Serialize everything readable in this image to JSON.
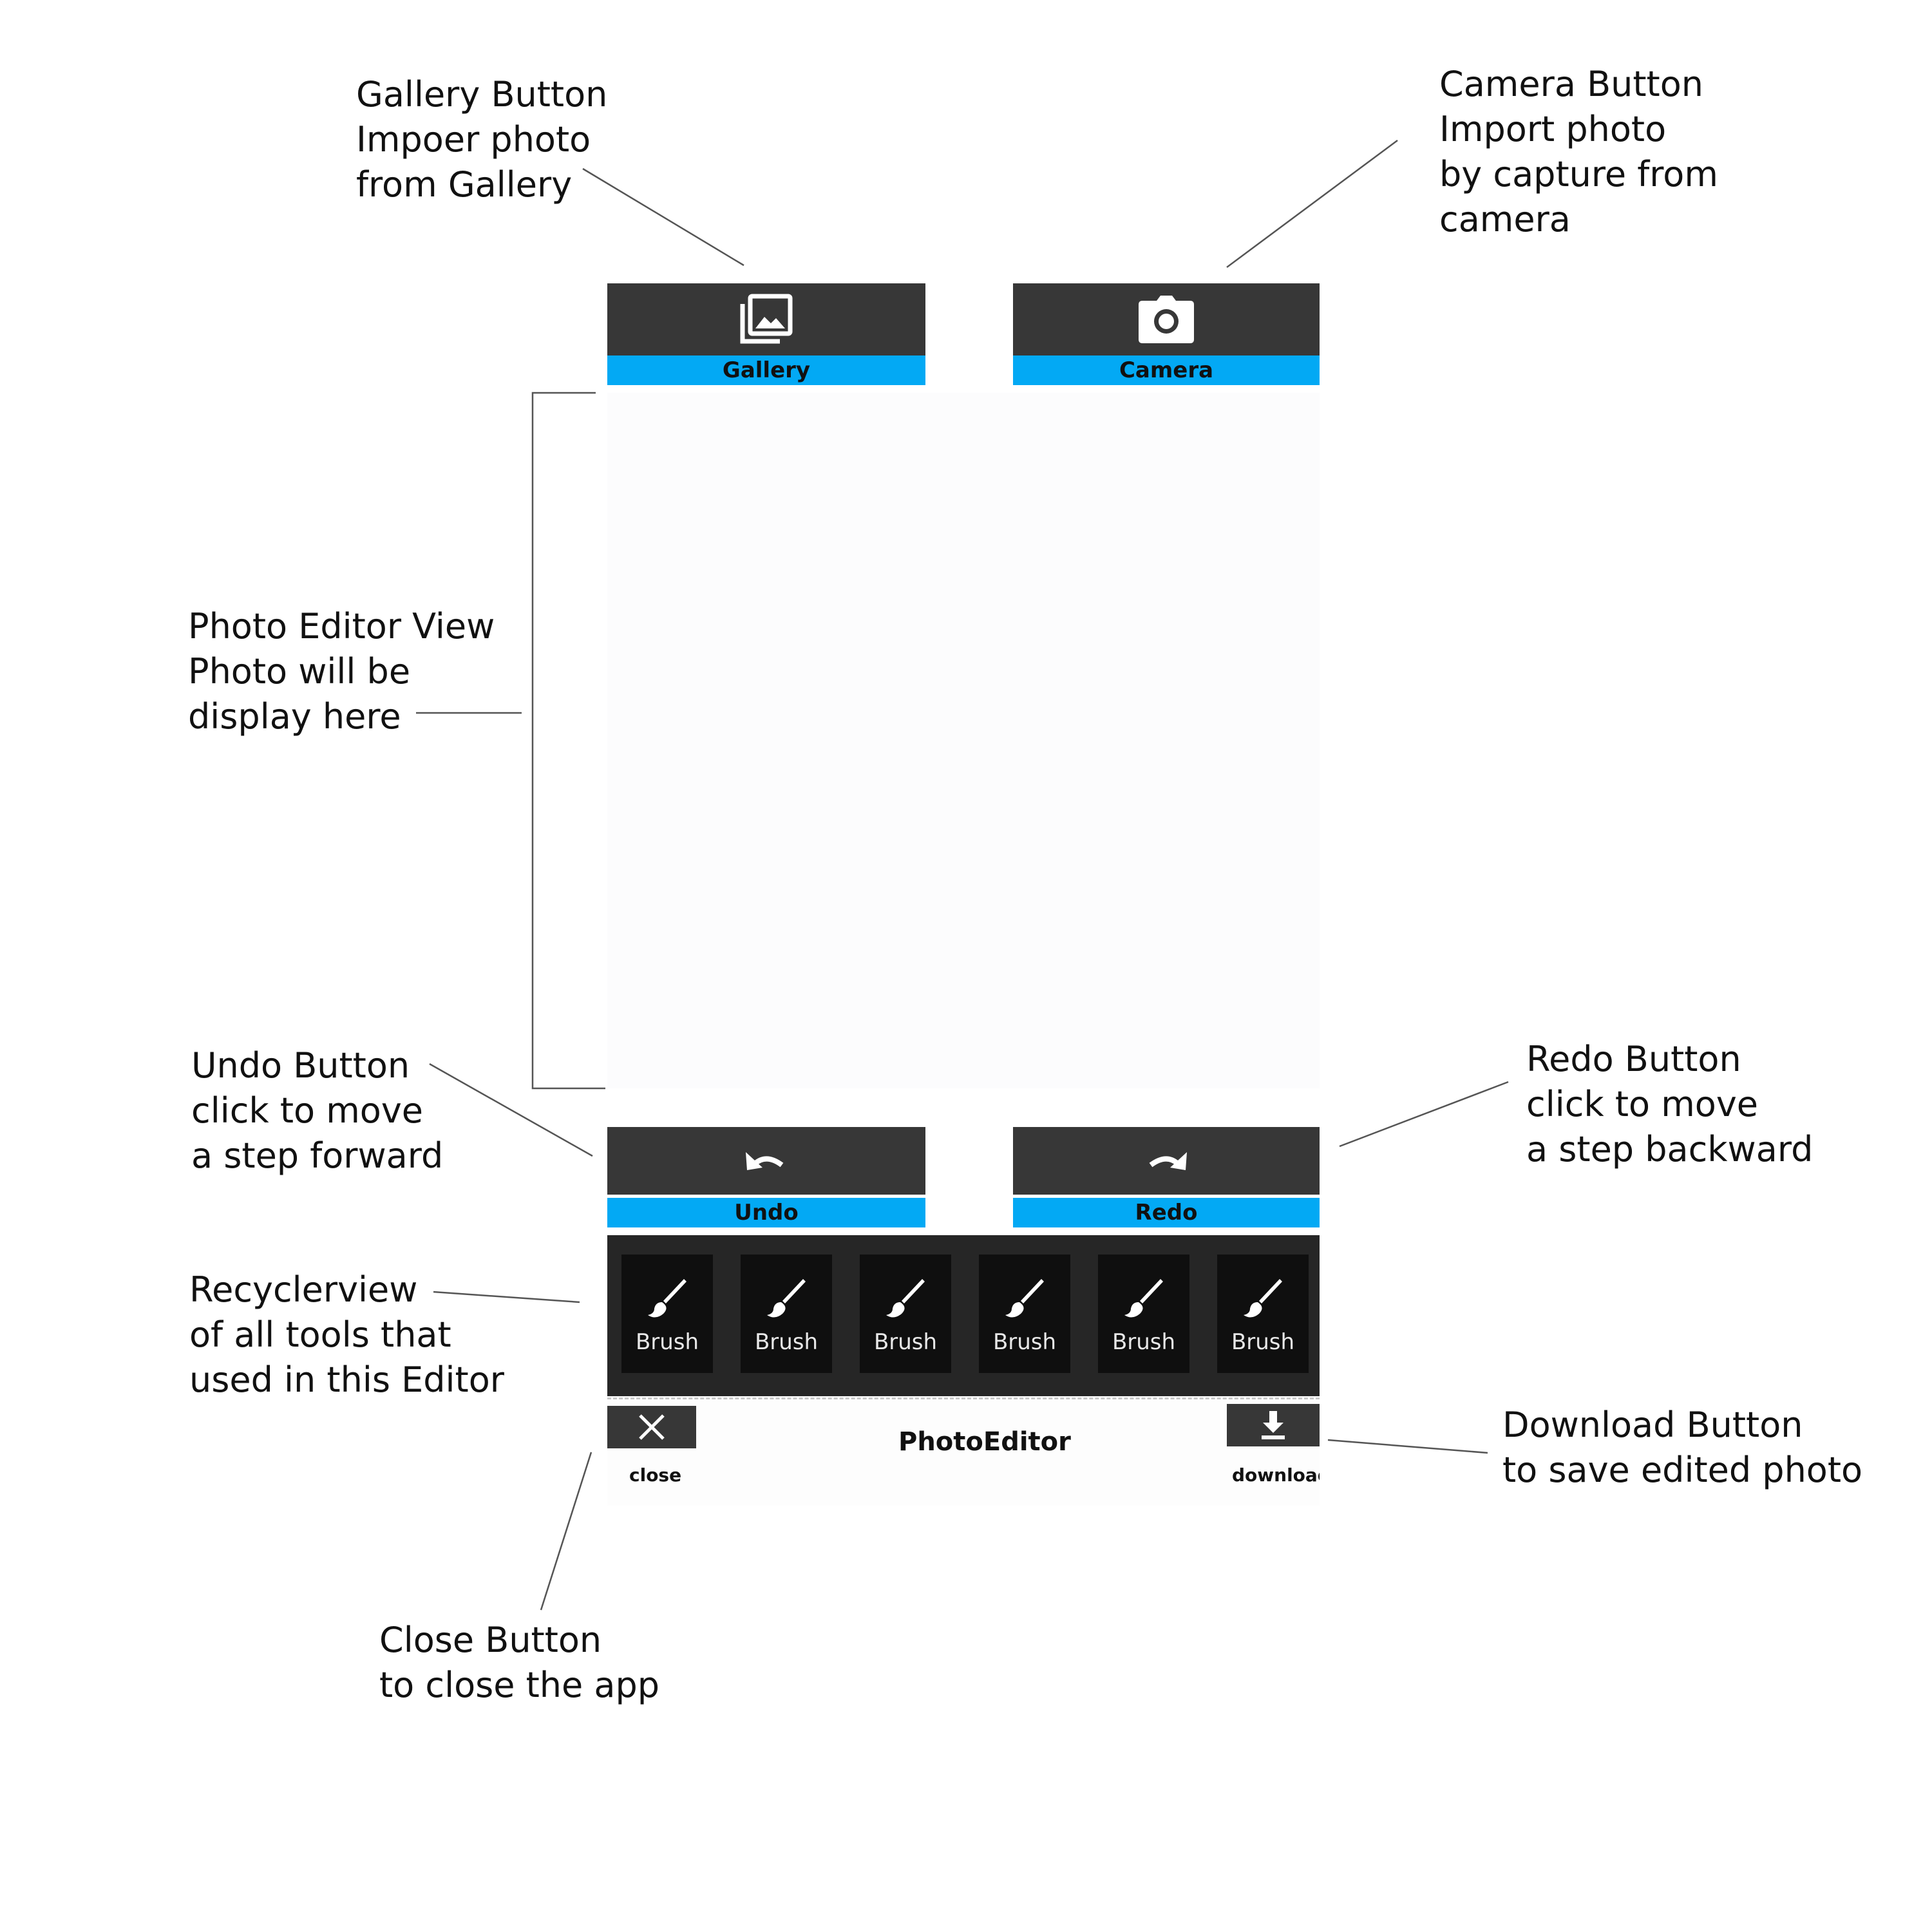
{
  "annotations": {
    "gallery": [
      "Gallery Button",
      "Impoer photo",
      "from Gallery"
    ],
    "camera": [
      "Camera Button",
      "Import photo",
      "by capture from",
      "camera"
    ],
    "editor_view": [
      "Photo Editor View",
      "Photo will be",
      "display here"
    ],
    "undo": [
      "Undo Button",
      "click to move",
      "a step forward"
    ],
    "redo": [
      "Redo Button",
      "click to move",
      "a step backward"
    ],
    "recycler": [
      "Recyclerview",
      "of all tools that",
      "used in this Editor"
    ],
    "download": [
      "Download Button",
      "to save edited photo"
    ],
    "close": [
      "Close Button",
      "to close the app"
    ]
  },
  "app": {
    "gallery_label": "Gallery",
    "camera_label": "Camera",
    "undo_label": "Undo",
    "redo_label": "Redo",
    "tools": [
      "Brush",
      "Brush",
      "Brush",
      "Brush",
      "Brush",
      "Brush"
    ],
    "close_label": "close",
    "title": "PhotoEditor",
    "download_label": "download"
  },
  "colors": {
    "dark_button": "#373737",
    "accent_bar": "#03a9f4",
    "toolbar_bg": "#262626",
    "tool_tile": "#0f0f0f"
  },
  "icons": [
    "gallery-icon",
    "camera-icon",
    "undo-icon",
    "redo-icon",
    "brush-icon",
    "close-icon",
    "download-icon"
  ]
}
